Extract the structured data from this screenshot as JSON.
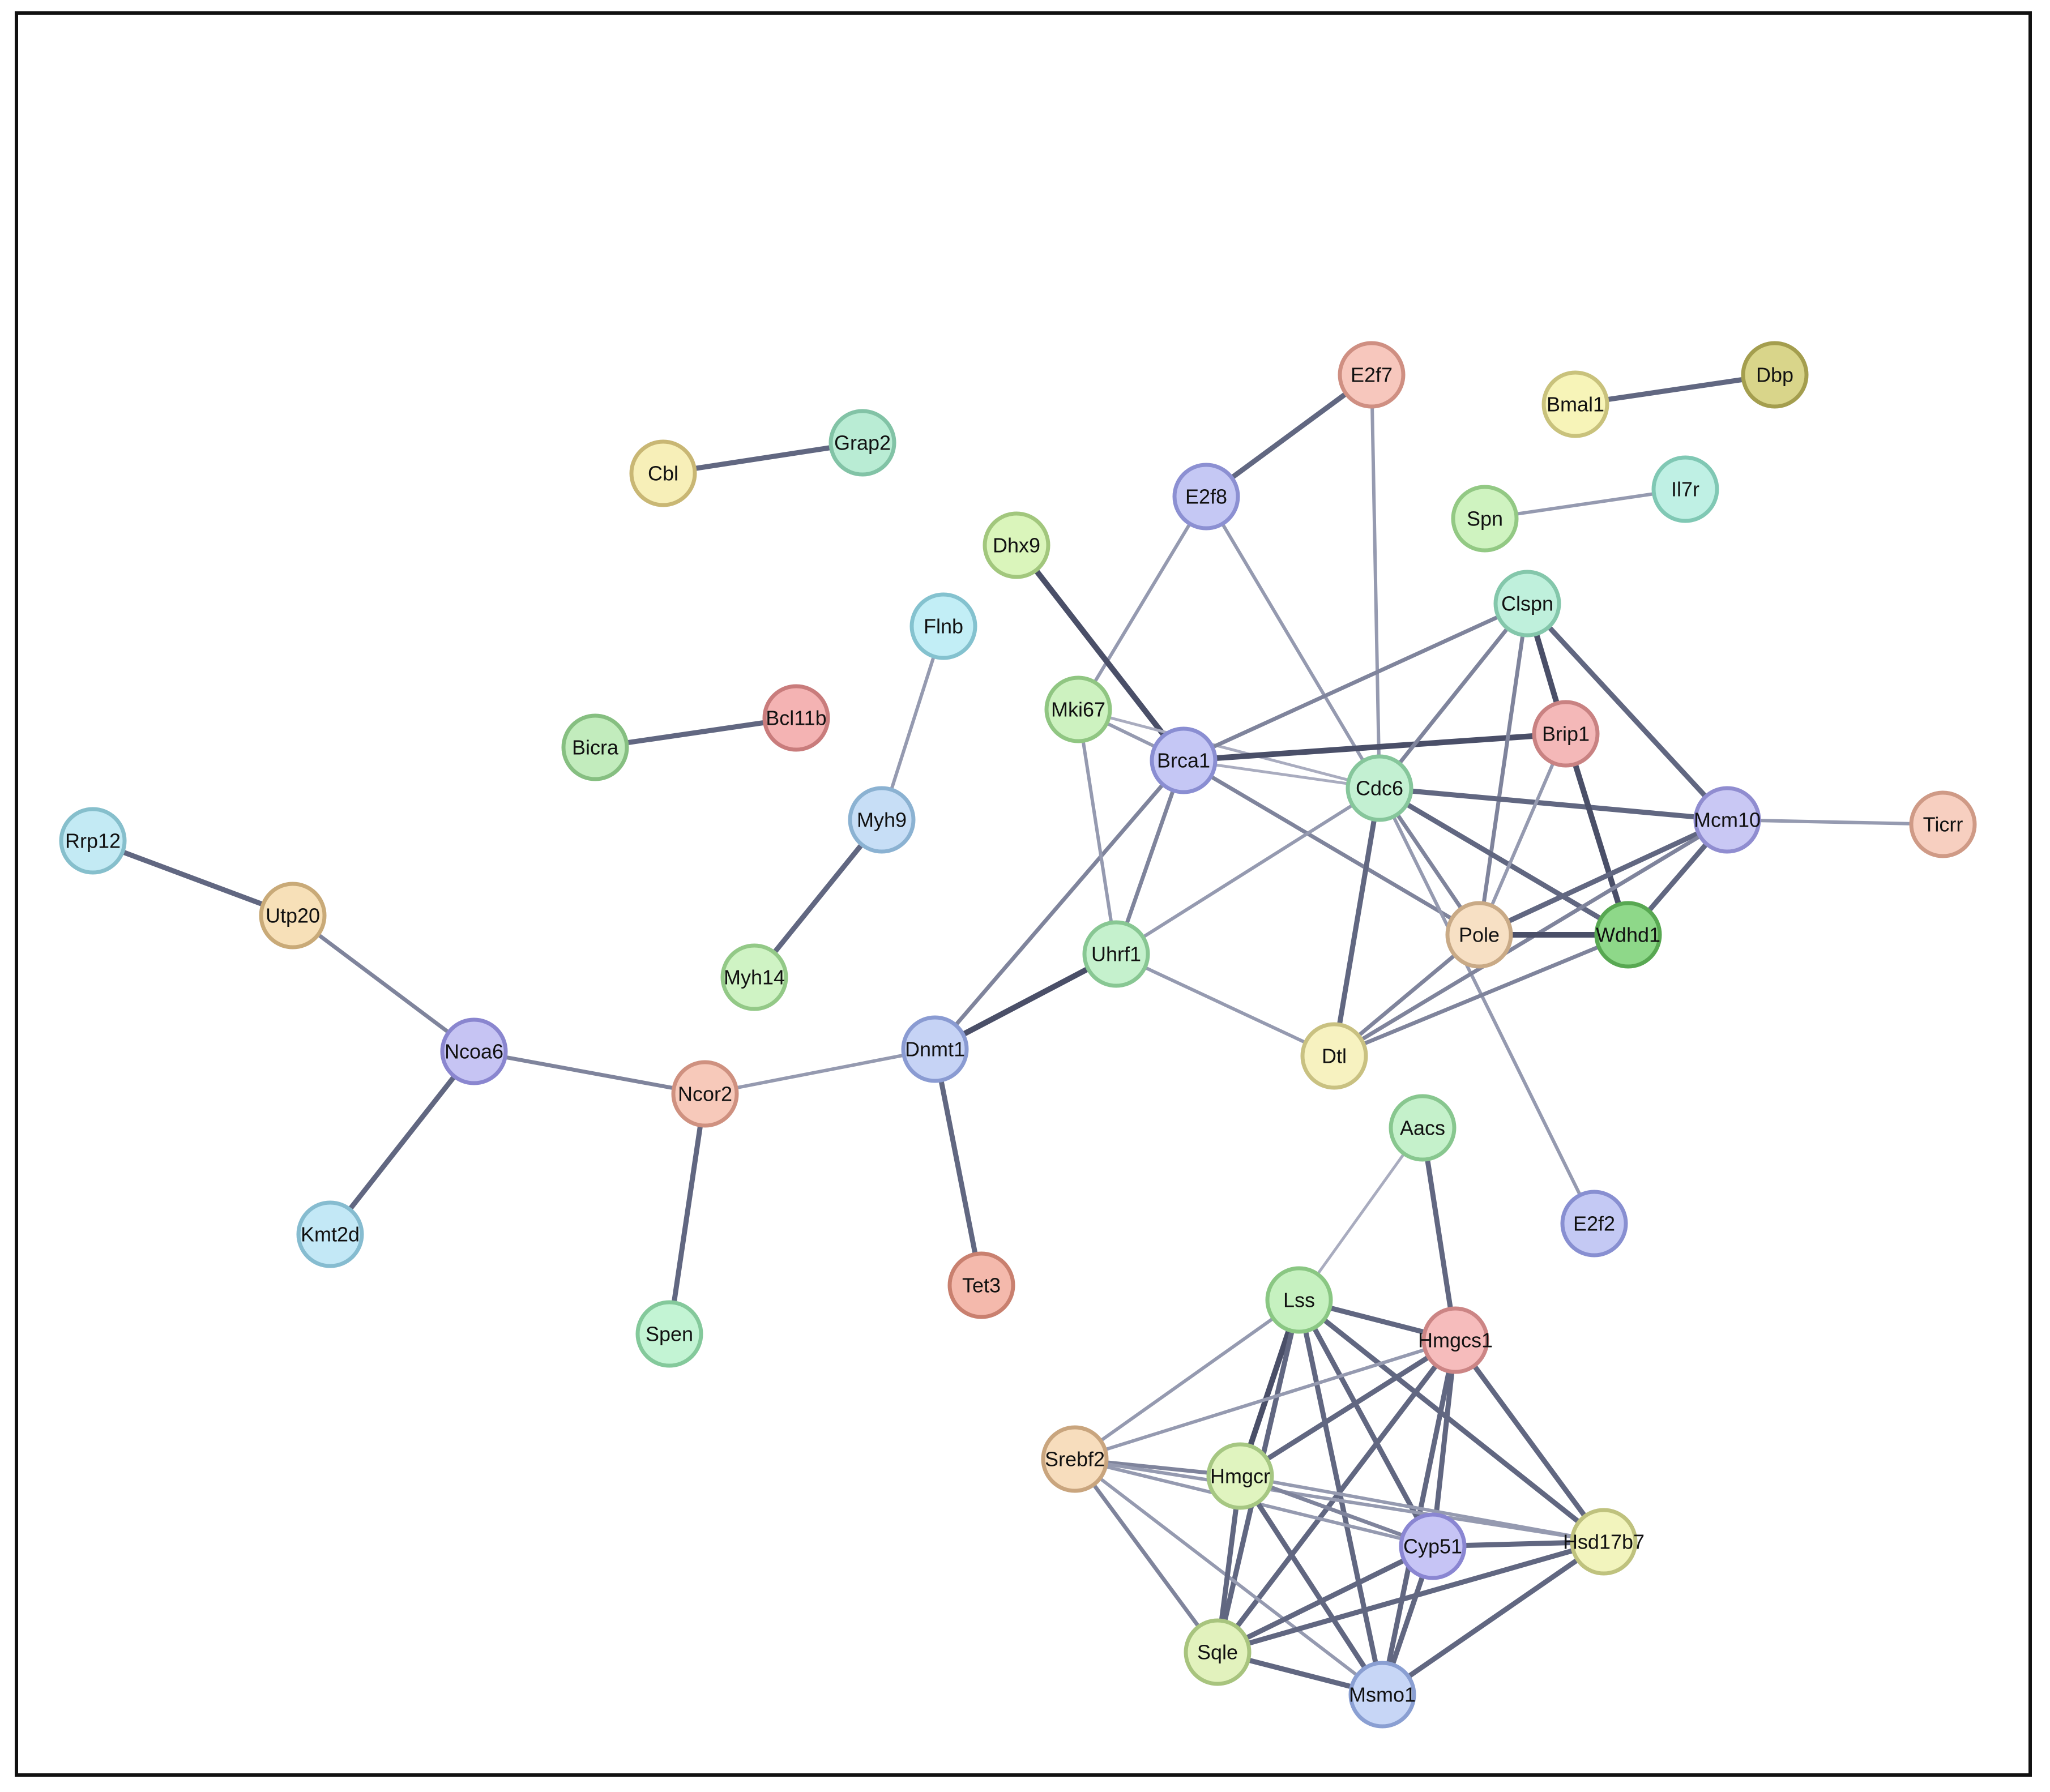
{
  "network": {
    "nodes": [
      {
        "id": "Cbl",
        "label": "Cbl",
        "fill": "#f7efb8",
        "stroke": "#c9b774"
      },
      {
        "id": "Grap2",
        "label": "Grap2",
        "fill": "#b9ecd4",
        "stroke": "#82c3a6"
      },
      {
        "id": "E2f7",
        "label": "E2f7",
        "fill": "#f7c7bd",
        "stroke": "#cf8f82"
      },
      {
        "id": "Bmal1",
        "label": "Bmal1",
        "fill": "#f7f4b8",
        "stroke": "#c9c27c"
      },
      {
        "id": "Dbp",
        "label": "Dbp",
        "fill": "#d9d58a",
        "stroke": "#a49e4e"
      },
      {
        "id": "E2f8",
        "label": "E2f8",
        "fill": "#c5c8f4",
        "stroke": "#8c90d2"
      },
      {
        "id": "Spn",
        "label": "Spn",
        "fill": "#cff3c0",
        "stroke": "#93c984"
      },
      {
        "id": "Il7r",
        "label": "Il7r",
        "fill": "#bff0e4",
        "stroke": "#80c8b4"
      },
      {
        "id": "Dhx9",
        "label": "Dhx9",
        "fill": "#daf5bb",
        "stroke": "#a2c77d"
      },
      {
        "id": "Flnb",
        "label": "Flnb",
        "fill": "#c2eef6",
        "stroke": "#84c2cf"
      },
      {
        "id": "Clspn",
        "label": "Clspn",
        "fill": "#bff0dc",
        "stroke": "#84c7ab"
      },
      {
        "id": "Bcl11b",
        "label": "Bcl11b",
        "fill": "#f4b3b3",
        "stroke": "#c97c7c"
      },
      {
        "id": "Mki67",
        "label": "Mki67",
        "fill": "#cdf2c0",
        "stroke": "#90c682"
      },
      {
        "id": "Brip1",
        "label": "Brip1",
        "fill": "#f4b8b8",
        "stroke": "#c98282"
      },
      {
        "id": "Bicra",
        "label": "Bicra",
        "fill": "#c2ecbd",
        "stroke": "#86bf81"
      },
      {
        "id": "Brca1",
        "label": "Brca1",
        "fill": "#c5c7f5",
        "stroke": "#8a8ed2"
      },
      {
        "id": "Cdc6",
        "label": "Cdc6",
        "fill": "#c3f0d2",
        "stroke": "#86c69b"
      },
      {
        "id": "Rrp12",
        "label": "Rrp12",
        "fill": "#c3eaf4",
        "stroke": "#86bfcc"
      },
      {
        "id": "Myh9",
        "label": "Myh9",
        "fill": "#c7def6",
        "stroke": "#8bb2d2"
      },
      {
        "id": "Mcm10",
        "label": "Mcm10",
        "fill": "#c9c8f4",
        "stroke": "#908dd0"
      },
      {
        "id": "Ticrr",
        "label": "Ticrr",
        "fill": "#f7cfc0",
        "stroke": "#cf9a86"
      },
      {
        "id": "Utp20",
        "label": "Utp20",
        "fill": "#f7e0b8",
        "stroke": "#c9aa78"
      },
      {
        "id": "Pole",
        "label": "Pole",
        "fill": "#f7e0c4",
        "stroke": "#c9aa86"
      },
      {
        "id": "Wdhd1",
        "label": "Wdhd1",
        "fill": "#8ed889",
        "stroke": "#58a852"
      },
      {
        "id": "Uhrf1",
        "label": "Uhrf1",
        "fill": "#c5f1cd",
        "stroke": "#88c793"
      },
      {
        "id": "Myh14",
        "label": "Myh14",
        "fill": "#cff3c4",
        "stroke": "#93c987"
      },
      {
        "id": "Ncoa6",
        "label": "Ncoa6",
        "fill": "#c6c4f3",
        "stroke": "#8a86cf"
      },
      {
        "id": "Dnmt1",
        "label": "Dnmt1",
        "fill": "#c6d3f5",
        "stroke": "#8a9bd2"
      },
      {
        "id": "Dtl",
        "label": "Dtl",
        "fill": "#f7f2c0",
        "stroke": "#c9c181"
      },
      {
        "id": "Ncor2",
        "label": "Ncor2",
        "fill": "#f7c9ba",
        "stroke": "#cf9180"
      },
      {
        "id": "Aacs",
        "label": "Aacs",
        "fill": "#c5f1cb",
        "stroke": "#88c78f"
      },
      {
        "id": "E2f2",
        "label": "E2f2",
        "fill": "#c4c9f4",
        "stroke": "#888fd1"
      },
      {
        "id": "Kmt2d",
        "label": "Kmt2d",
        "fill": "#c3e8f6",
        "stroke": "#86bcd0"
      },
      {
        "id": "Tet3",
        "label": "Tet3",
        "fill": "#f4b9ac",
        "stroke": "#c9806f"
      },
      {
        "id": "Lss",
        "label": "Lss",
        "fill": "#c6f1c0",
        "stroke": "#8ac783"
      },
      {
        "id": "Spen",
        "label": "Spen",
        "fill": "#c3f4d4",
        "stroke": "#84c99b"
      },
      {
        "id": "Hmgcs1",
        "label": "Hmgcs1",
        "fill": "#f6bcbc",
        "stroke": "#cc8585"
      },
      {
        "id": "Srebf2",
        "label": "Srebf2",
        "fill": "#f7ddbd",
        "stroke": "#c9a57e"
      },
      {
        "id": "Hmgcr",
        "label": "Hmgcr",
        "fill": "#e0f4bf",
        "stroke": "#a6c782"
      },
      {
        "id": "Cyp51",
        "label": "Cyp51",
        "fill": "#c6c4f5",
        "stroke": "#8a86d2"
      },
      {
        "id": "Hsd17b7",
        "label": "Hsd17b7",
        "fill": "#f2f4bd",
        "stroke": "#bfc27e"
      },
      {
        "id": "Sqle",
        "label": "Sqle",
        "fill": "#e2f2bd",
        "stroke": "#a8c47e"
      },
      {
        "id": "Msmo1",
        "label": "Msmo1",
        "fill": "#c7d6f6",
        "stroke": "#8a9fd2"
      }
    ],
    "edges": [
      [
        "Cbl",
        "Grap2",
        3
      ],
      [
        "Bmal1",
        "Dbp",
        3
      ],
      [
        "Spn",
        "Il7r",
        1
      ],
      [
        "E2f7",
        "E2f8",
        3
      ],
      [
        "E2f7",
        "Cdc6",
        1
      ],
      [
        "E2f8",
        "Mki67",
        1
      ],
      [
        "E2f8",
        "Cdc6",
        1
      ],
      [
        "Dhx9",
        "Brca1",
        4
      ],
      [
        "Flnb",
        "Myh9",
        1
      ],
      [
        "Myh9",
        "Myh14",
        3
      ],
      [
        "Bicra",
        "Bcl11b",
        3
      ],
      [
        "Rrp12",
        "Utp20",
        3
      ],
      [
        "Utp20",
        "Ncoa6",
        2
      ],
      [
        "Ncoa6",
        "Ncor2",
        2
      ],
      [
        "Ncoa6",
        "Kmt2d",
        3
      ],
      [
        "Ncor2",
        "Dnmt1",
        1
      ],
      [
        "Ncor2",
        "Spen",
        3
      ],
      [
        "Dnmt1",
        "Tet3",
        3
      ],
      [
        "Dnmt1",
        "Uhrf1",
        4
      ],
      [
        "Dnmt1",
        "Brca1",
        2
      ],
      [
        "Mki67",
        "Brca1",
        1
      ],
      [
        "Mki67",
        "Cdc6",
        0
      ],
      [
        "Mki67",
        "Uhrf1",
        1
      ],
      [
        "Brca1",
        "Uhrf1",
        2
      ],
      [
        "Brca1",
        "Clspn",
        2
      ],
      [
        "Brca1",
        "Brip1",
        4
      ],
      [
        "Brca1",
        "Cdc6",
        0
      ],
      [
        "Brca1",
        "Pole",
        2
      ],
      [
        "Uhrf1",
        "Cdc6",
        1
      ],
      [
        "Uhrf1",
        "Dtl",
        1
      ],
      [
        "Clspn",
        "Cdc6",
        2
      ],
      [
        "Clspn",
        "Brip1",
        4
      ],
      [
        "Clspn",
        "Mcm10",
        3
      ],
      [
        "Clspn",
        "Pole",
        2
      ],
      [
        "Cdc6",
        "Mcm10",
        3
      ],
      [
        "Cdc6",
        "Pole",
        2
      ],
      [
        "Cdc6",
        "Wdhd1",
        3
      ],
      [
        "Cdc6",
        "Dtl",
        3
      ],
      [
        "Cdc6",
        "E2f2",
        1
      ],
      [
        "Brip1",
        "Pole",
        1
      ],
      [
        "Brip1",
        "Wdhd1",
        4
      ],
      [
        "Mcm10",
        "Ticrr",
        1
      ],
      [
        "Mcm10",
        "Pole",
        3
      ],
      [
        "Mcm10",
        "Wdhd1",
        3
      ],
      [
        "Mcm10",
        "Dtl",
        2
      ],
      [
        "Pole",
        "Wdhd1",
        4
      ],
      [
        "Pole",
        "Dtl",
        2
      ],
      [
        "Wdhd1",
        "Dtl",
        2
      ],
      [
        "Aacs",
        "Lss",
        0
      ],
      [
        "Aacs",
        "Hmgcs1",
        3
      ],
      [
        "Lss",
        "Hmgcs1",
        3
      ],
      [
        "Lss",
        "Srebf2",
        1
      ],
      [
        "Lss",
        "Hmgcr",
        4
      ],
      [
        "Lss",
        "Cyp51",
        3
      ],
      [
        "Lss",
        "Hsd17b7",
        3
      ],
      [
        "Lss",
        "Sqle",
        3
      ],
      [
        "Lss",
        "Msmo1",
        3
      ],
      [
        "Hmgcs1",
        "Srebf2",
        1
      ],
      [
        "Hmgcs1",
        "Hmgcr",
        3
      ],
      [
        "Hmgcs1",
        "Cyp51",
        3
      ],
      [
        "Hmgcs1",
        "Hsd17b7",
        3
      ],
      [
        "Hmgcs1",
        "Sqle",
        3
      ],
      [
        "Hmgcs1",
        "Msmo1",
        3
      ],
      [
        "Srebf2",
        "Hmgcr",
        2
      ],
      [
        "Srebf2",
        "Cyp51",
        1
      ],
      [
        "Srebf2",
        "Hsd17b7",
        1
      ],
      [
        "Srebf2",
        "Sqle",
        2
      ],
      [
        "Srebf2",
        "Msmo1",
        1
      ],
      [
        "Hmgcr",
        "Cyp51",
        2
      ],
      [
        "Hmgcr",
        "Hsd17b7",
        1
      ],
      [
        "Hmgcr",
        "Sqle",
        3
      ],
      [
        "Hmgcr",
        "Msmo1",
        3
      ],
      [
        "Cyp51",
        "Hsd17b7",
        3
      ],
      [
        "Cyp51",
        "Sqle",
        3
      ],
      [
        "Cyp51",
        "Msmo1",
        3
      ],
      [
        "Hsd17b7",
        "Sqle",
        3
      ],
      [
        "Hsd17b7",
        "Msmo1",
        3
      ],
      [
        "Sqle",
        "Msmo1",
        3
      ]
    ],
    "edge_styles": [
      {
        "color": "#a9acbf",
        "width": 5
      },
      {
        "color": "#959ab0",
        "width": 6
      },
      {
        "color": "#7f849c",
        "width": 7
      },
      {
        "color": "#616781",
        "width": 9
      },
      {
        "color": "#4a4f68",
        "width": 10
      }
    ]
  }
}
